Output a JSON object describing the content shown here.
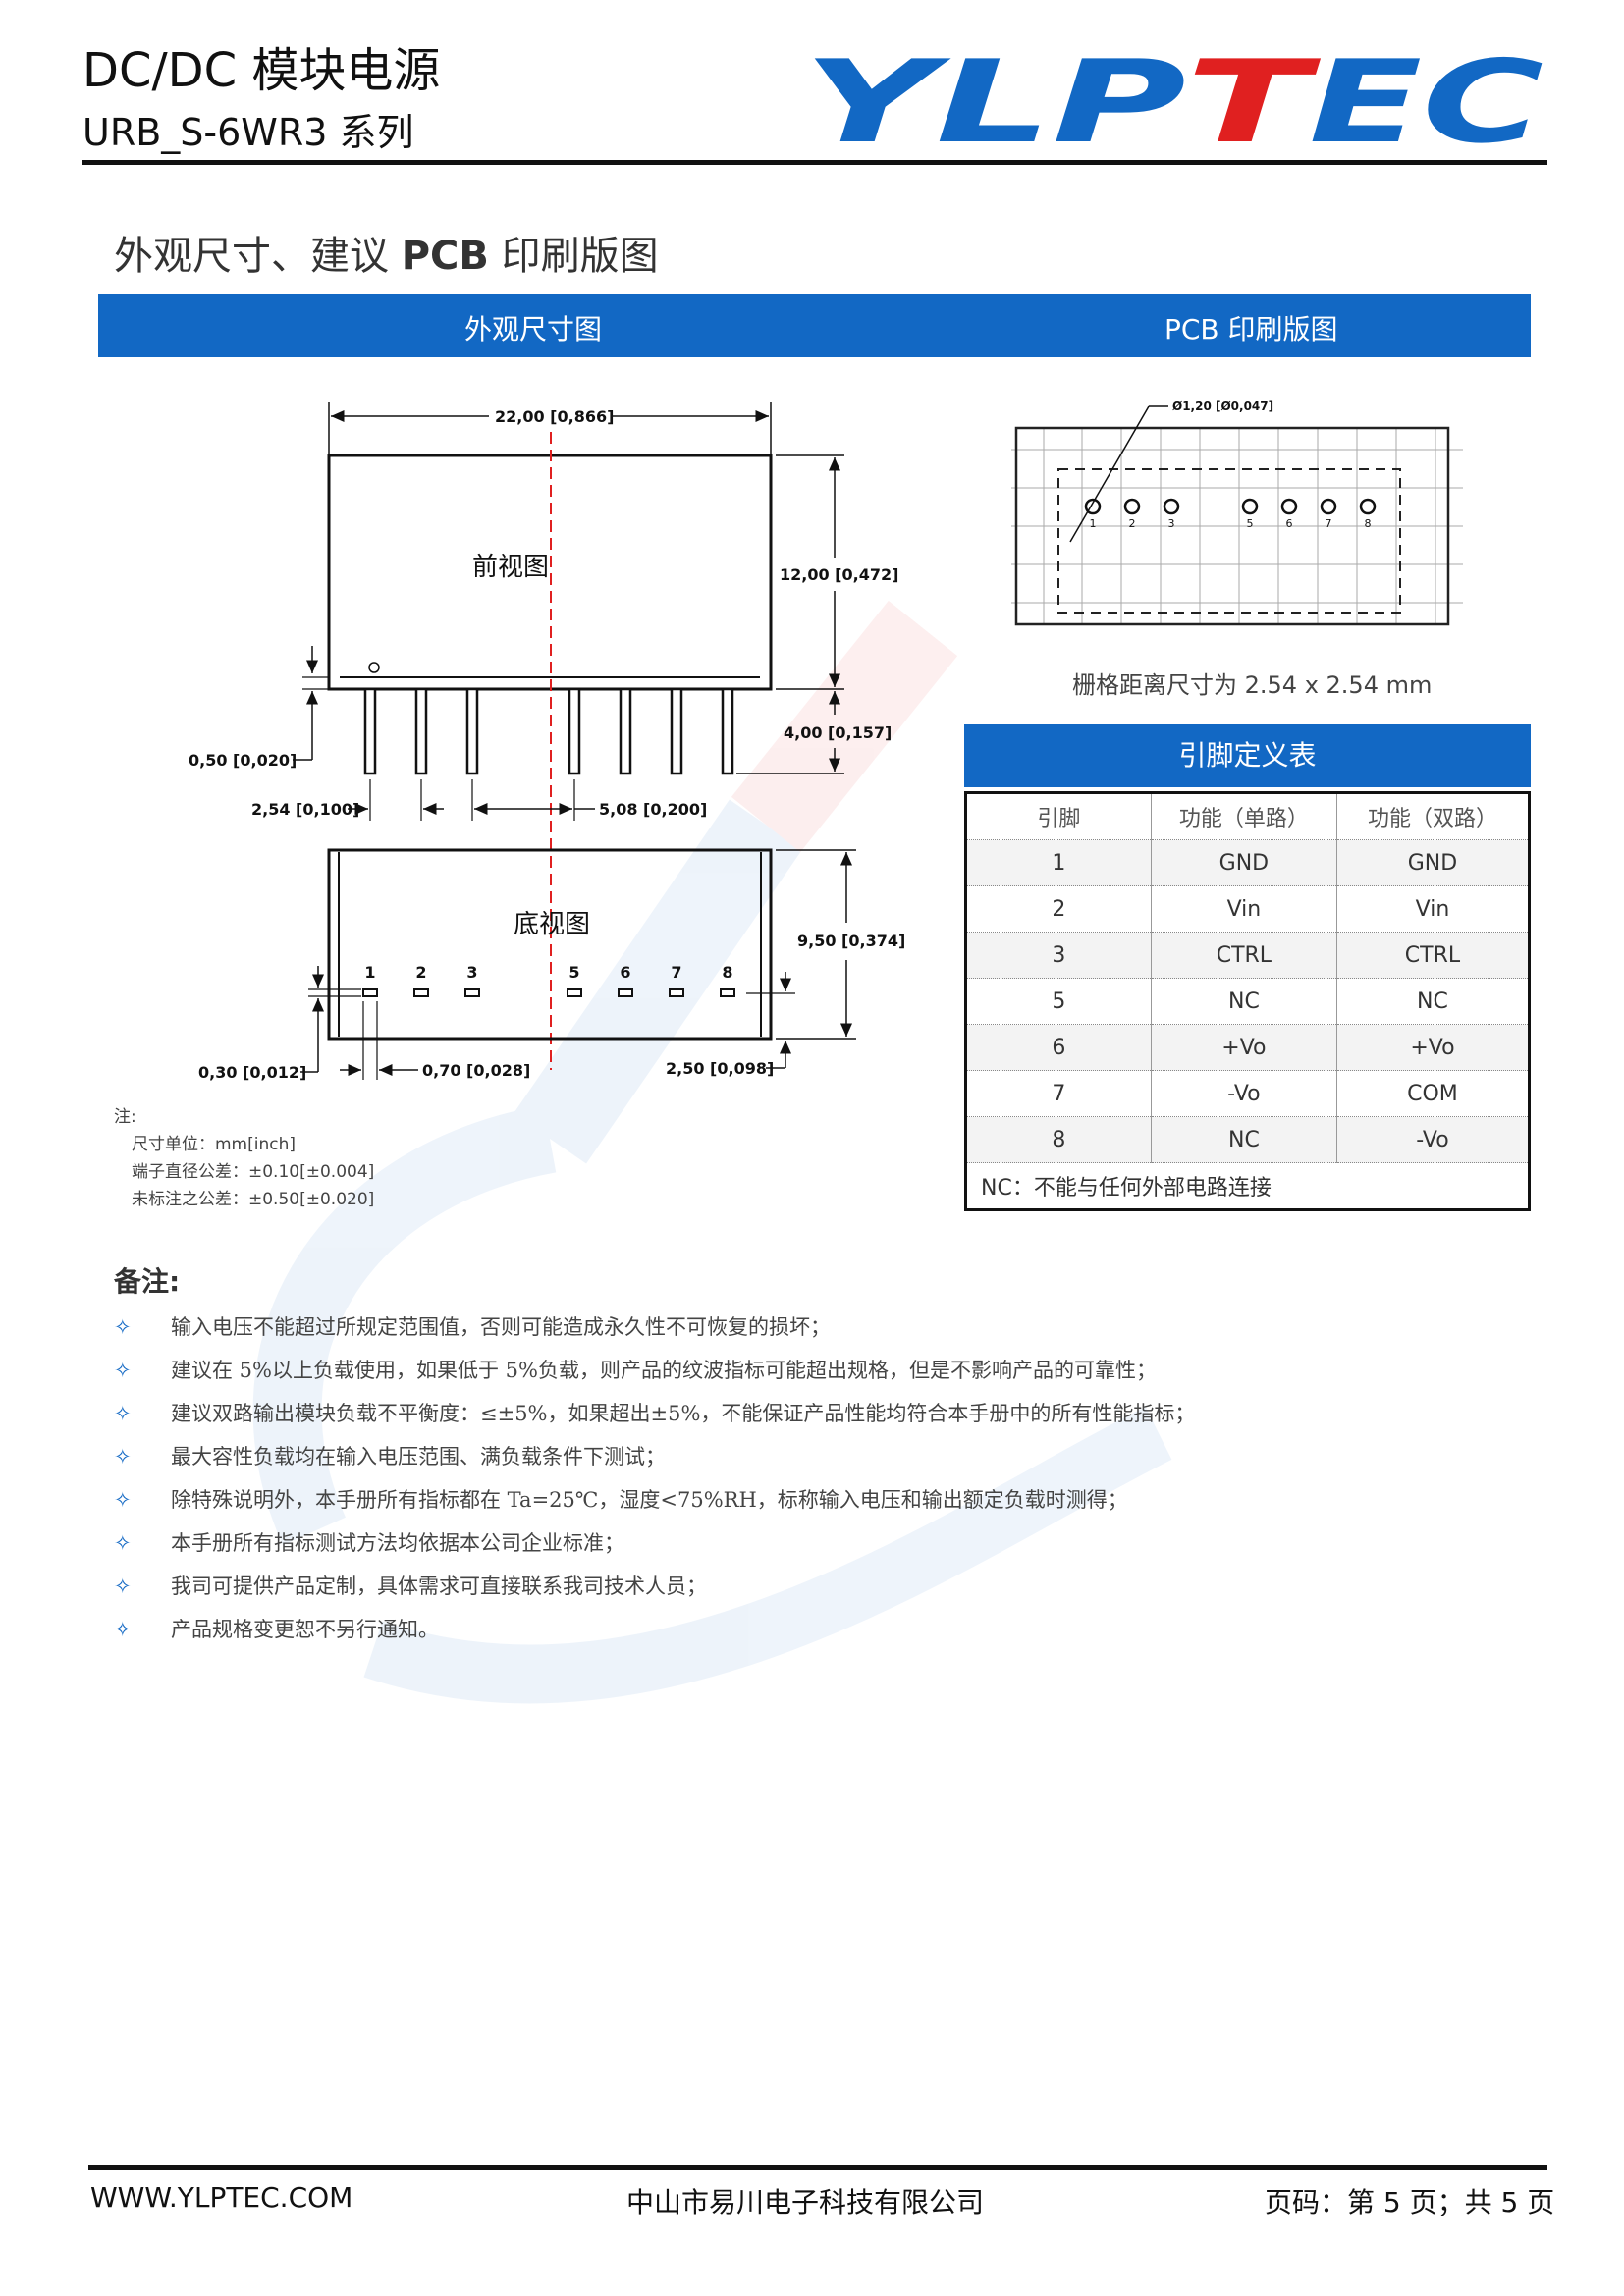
{
  "header": {
    "title": "DC/DC 模块电源",
    "series": "URB_S-6WR3 系列",
    "logo_text": "YLPTEC",
    "logo_colors": {
      "blue": "#1268c4",
      "red": "#e02020"
    }
  },
  "section_title_pre": "外观尺寸、建议 ",
  "section_title_bold": "PCB",
  "section_title_post": " 印刷版图",
  "bar": {
    "left_label": "外观尺寸图",
    "right_label": "PCB 印刷版图"
  },
  "drawing": {
    "front_view_label": "前视图",
    "bottom_view_label": "底视图",
    "dim_width": "22,00 [0,866]",
    "dim_height_front": "12,00 [0,472]",
    "dim_pin_length": "4,00 [0,157]",
    "dim_standoff": "0,50 [0,020]",
    "dim_pitch": "2,54 [0,100]",
    "dim_gap": "5,08 [0,200]",
    "dim_depth": "9,50 [0,374]",
    "dim_pin_thick": "0,30 [0,012]",
    "dim_pin_width": "0,70 [0,028]",
    "dim_edge": "2,50 [0,098]",
    "pin_labels": [
      "1",
      "2",
      "3",
      "5",
      "6",
      "7",
      "8"
    ]
  },
  "pcb": {
    "hole_label": "Ø1,20 [Ø0,047]",
    "pin_labels": [
      "1",
      "2",
      "3",
      "5",
      "6",
      "7",
      "8"
    ],
    "grid_note": "栅格距离尺寸为 2.54 x 2.54 mm"
  },
  "pin_table": {
    "title": "引脚定义表",
    "headers": [
      "引脚",
      "功能（单路）",
      "功能（双路）"
    ],
    "rows": [
      [
        "1",
        "GND",
        "GND"
      ],
      [
        "2",
        "Vin",
        "Vin"
      ],
      [
        "3",
        "CTRL",
        "CTRL"
      ],
      [
        "5",
        "NC",
        "NC"
      ],
      [
        "6",
        "+Vo",
        "+Vo"
      ],
      [
        "7",
        "-Vo",
        "COM"
      ],
      [
        "8",
        "NC",
        "-Vo"
      ]
    ],
    "nc_note": "NC：不能与任何外部电路连接"
  },
  "notes": {
    "label": "注:",
    "lines": [
      "尺寸单位：mm[inch]",
      "端子直径公差：±0.10[±0.004]",
      "未标注之公差：±0.50[±0.020]"
    ]
  },
  "remarks": {
    "title": "备注:",
    "bullet": "✧",
    "items": [
      "输入电压不能超过所规定范围值，否则可能造成永久性不可恢复的损坏；",
      "建议在 5%以上负载使用，如果低于 5%负载，则产品的纹波指标可能超出规格，但是不影响产品的可靠性；",
      "建议双路输出模块负载不平衡度：≤±5%，如果超出±5%，不能保证产品性能均符合本手册中的所有性能指标；",
      "最大容性负载均在输入电压范围、满负载条件下测试；",
      "除特殊说明外，本手册所有指标都在 Ta=25℃，湿度<75%RH，标称输入电压和输出额定负载时测得；",
      "本手册所有指标测试方法均依据本公司企业标准；",
      "我司可提供产品定制，具体需求可直接联系我司技术人员；",
      "产品规格变更恕不另行通知。"
    ]
  },
  "footer": {
    "website": "WWW.YLPTEC.COM",
    "company": "中山市易川电子科技有限公司",
    "page": "页码：第 5 页；共 5 页"
  }
}
